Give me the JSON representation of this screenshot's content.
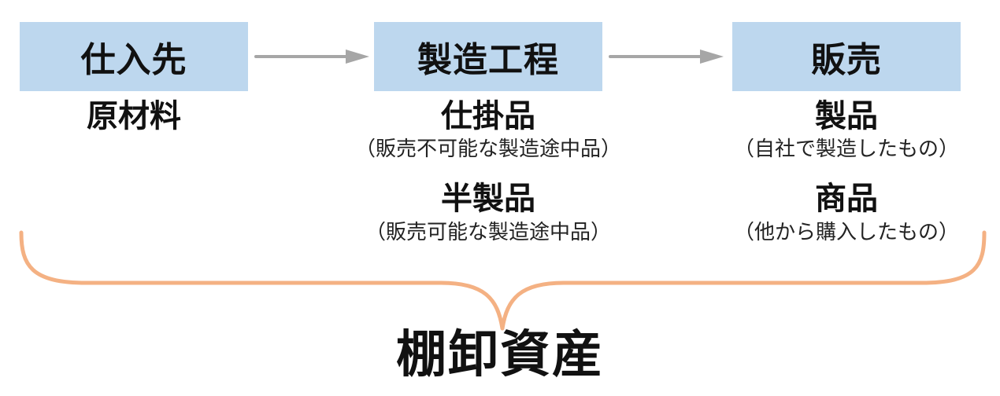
{
  "boxes": {
    "supplier": "仕入先",
    "process": "製造工程",
    "sales": "販売"
  },
  "labels": {
    "raw_material": "原材料",
    "wip": "仕掛品",
    "wip_note": "（販売不可能な製造途中品）",
    "semi": "半製品",
    "semi_note": "（販売可能な製造途中品）",
    "product": "製品",
    "product_note": "（自社で製造したもの）",
    "merch": "商品",
    "merch_note": "（他から購入したもの）"
  },
  "summary": {
    "title": "棚卸資産"
  },
  "colors": {
    "box_fill": "#bdd7ee",
    "arrow": "#a6a6a6",
    "brace": "#f4b183"
  }
}
